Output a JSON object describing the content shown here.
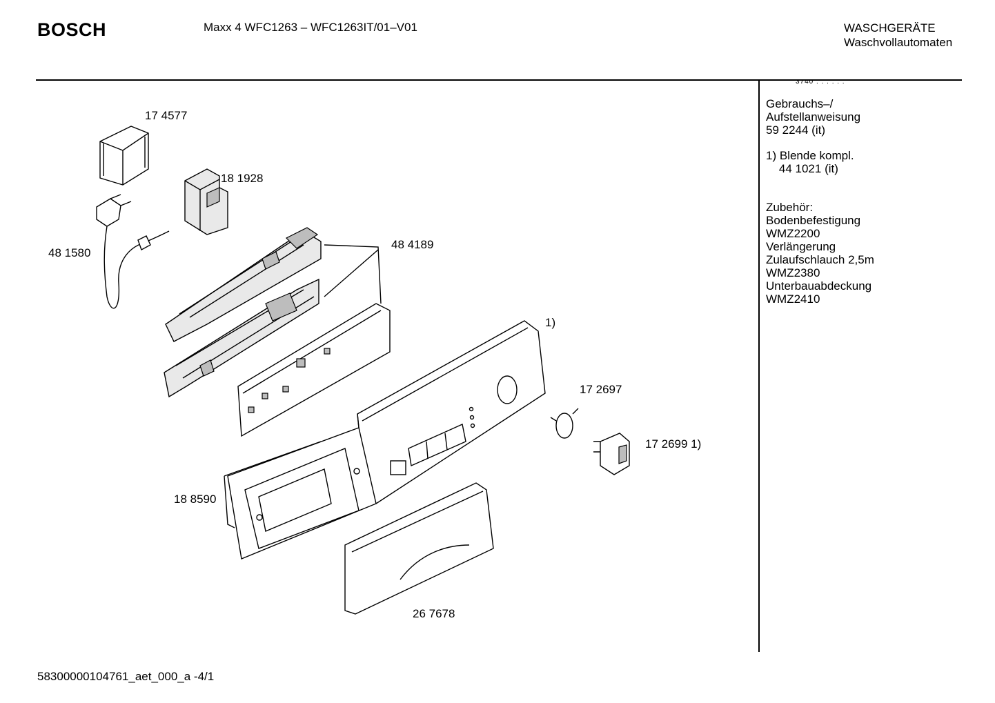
{
  "header": {
    "brand": "BOSCH",
    "model": "Maxx 4 WFC1263 – WFC1263IT/01–V01",
    "category_line1": "WASCHGERÄTE",
    "category_line2": "Waschvollautomaten"
  },
  "sidebar": {
    "cut_text": "3740 . . . . . .",
    "manual_label": "Gebrauchs–/\nAufstellanweisung\n59 2244 (it)",
    "note_1": "1) Blende kompl.\n    44 1021 (it)",
    "accessories": "Zubehör:\nBodenbefestigung\nWMZ2200\nVerlängerung\nZulaufschlauch 2,5m\nWMZ2380\nUnterbauabdeckung\nWMZ2410"
  },
  "parts": {
    "p174577": "17 4577",
    "p181928": "18 1928",
    "p481580": "48 1580",
    "p484189": "48 4189",
    "p_note1": "1)",
    "p172697": "17 2697",
    "p172699": "17 2699 1)",
    "p188590": "18 8590",
    "p267678": "26 7678"
  },
  "footer": {
    "doc_id": "58300000104761_aet_000_a  -4/1"
  }
}
